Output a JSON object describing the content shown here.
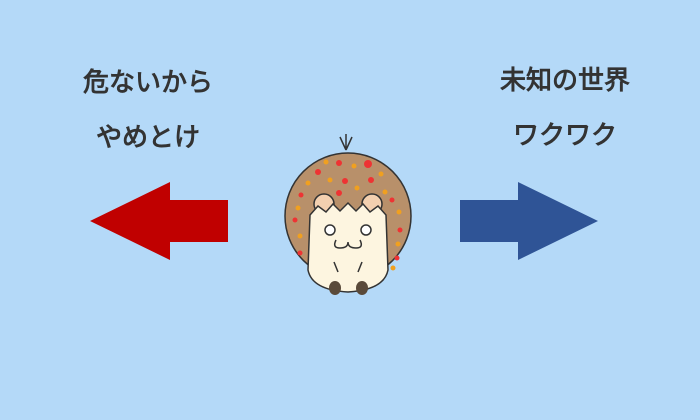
{
  "left": {
    "line1": "危ないから",
    "line2": "やめとけ",
    "arrow_color": "#c00000"
  },
  "right": {
    "line1": "未知の世界",
    "line2": "ワクワク",
    "arrow_color": "#2f5496"
  }
}
